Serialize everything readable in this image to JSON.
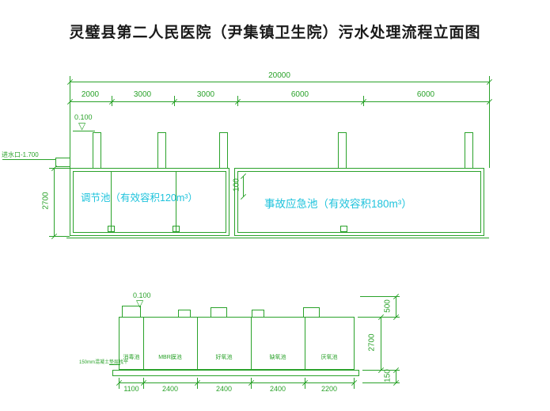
{
  "title": "灵璧县第二人民医院（尹集镇卫生院）污水处理流程立面图",
  "colors": {
    "line": "#2aa22a",
    "cyan": "#1fc3dc",
    "ink": "#1a1a1a"
  },
  "icons": {
    "elevation_triangle": "▽"
  },
  "upper_view": {
    "total_dim": "20000",
    "segment_dims": [
      "2000",
      "3000",
      "3000",
      "6000",
      "6000"
    ],
    "elevation_mark": "0.100",
    "inlet_label": "进水口-1.700",
    "height_dim": "2700",
    "freeboard_dim": "100",
    "tank_left_label": "调节池（有效容积120m³）",
    "tank_right_label": "事故应急池（有效容积180m³）"
  },
  "lower_view": {
    "elevation_mark": "0.100",
    "base_note": "150mm混凝土垫层找平",
    "compartments": [
      "消毒池",
      "MBR膜池",
      "好氧池",
      "缺氧池",
      "厌氧池"
    ],
    "segment_dims": [
      "1100",
      "2400",
      "2400",
      "2400",
      "2200"
    ],
    "riser_height_dim": "500",
    "tank_height_dim": "2700",
    "base_height_dim": "150"
  }
}
